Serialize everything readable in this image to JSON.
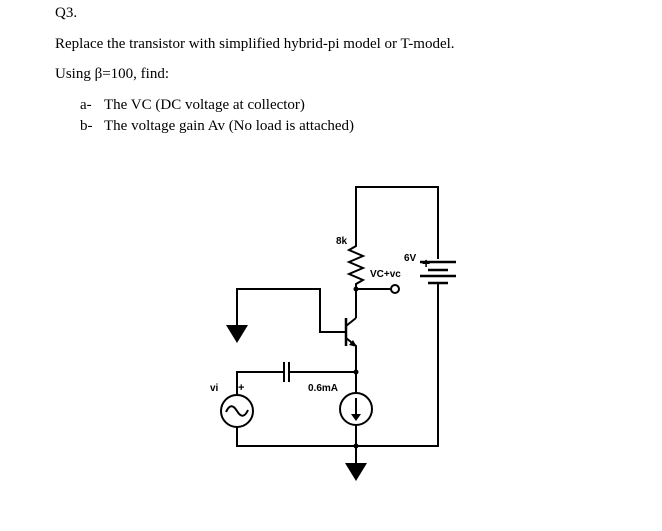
{
  "question": {
    "number": "Q3.",
    "instruction": "Replace the transistor with simplified hybrid-pi model or T-model.",
    "given": "Using β=100, find:",
    "items": [
      {
        "letter": "a-",
        "text": "The VC (DC voltage at collector)"
      },
      {
        "letter": "b-",
        "text": "The voltage gain Av (No load is attached)"
      }
    ]
  },
  "circuit": {
    "resistor_label": "8k",
    "supply_label": "6V",
    "supply_plus": "+",
    "output_label": "VC+vc",
    "current_source_label": "0.6mA",
    "input_label": "vi",
    "input_plus": "+"
  }
}
